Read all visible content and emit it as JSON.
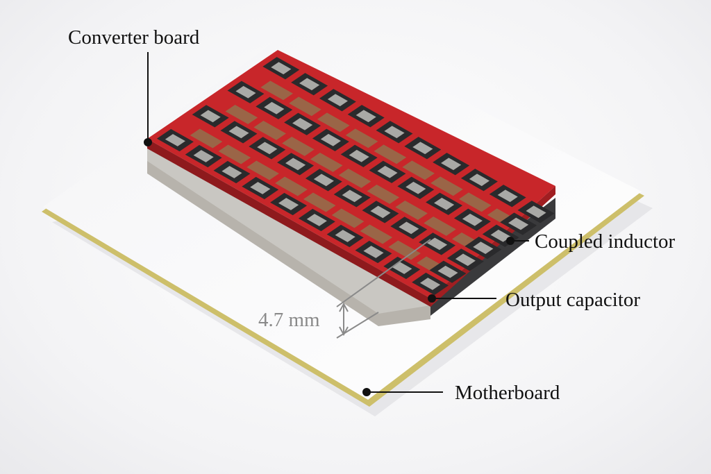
{
  "labels": {
    "converter_board": "Converter board",
    "coupled_inductor": "Coupled inductor",
    "output_capacitor": "Output capacitor",
    "motherboard": "Motherboard",
    "height_dimension": "4.7 mm"
  },
  "colors": {
    "pcb_red": "#c8262a",
    "chip_dark": "#2a2a2c",
    "chip_pad": "#a9a9a6",
    "capacitor_brown": "#9a6547",
    "board_edge": "#cdbf6a",
    "dimension_grey": "#8a8a8a"
  }
}
